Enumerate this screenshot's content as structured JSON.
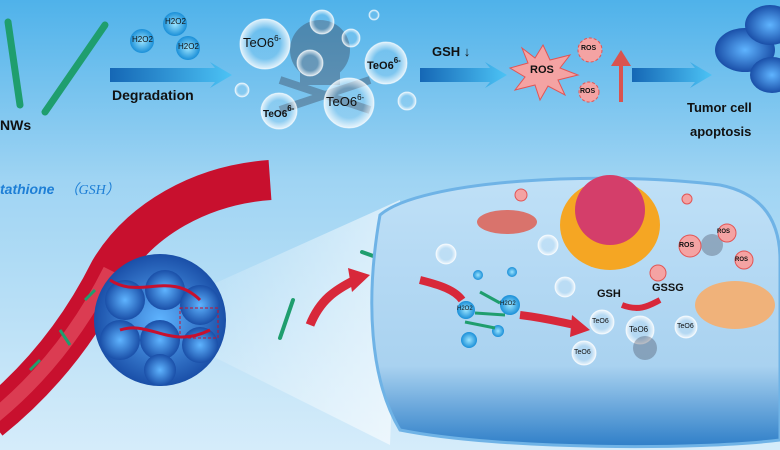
{
  "top": {
    "nws_label": "NWs",
    "degradation_label": "Degradation",
    "h2o2": "H2O2",
    "teo6": "TeO6",
    "teo6_charge": "6-",
    "gsh_label": "GSH",
    "gsh_arrow": "↓",
    "ros": "ROS",
    "tumor_line1": "Tumor cell",
    "tumor_line2": "apoptosis"
  },
  "middle": {
    "glutathione_label": "tathione",
    "glutathione_abbr": "（GSH）"
  },
  "cell": {
    "gsh": "GSH",
    "gssg": "GSSG",
    "ros": "ROS",
    "teo6": "TeO6",
    "h2o2": "H2O2"
  },
  "colors": {
    "background": "#4fb2ea",
    "nanowire": "#1f9e6e",
    "vessel": "#c8102e",
    "arrow_blue": "#1e88d0",
    "ros": "#f28a8a",
    "label_blue": "#1e7fd6"
  }
}
